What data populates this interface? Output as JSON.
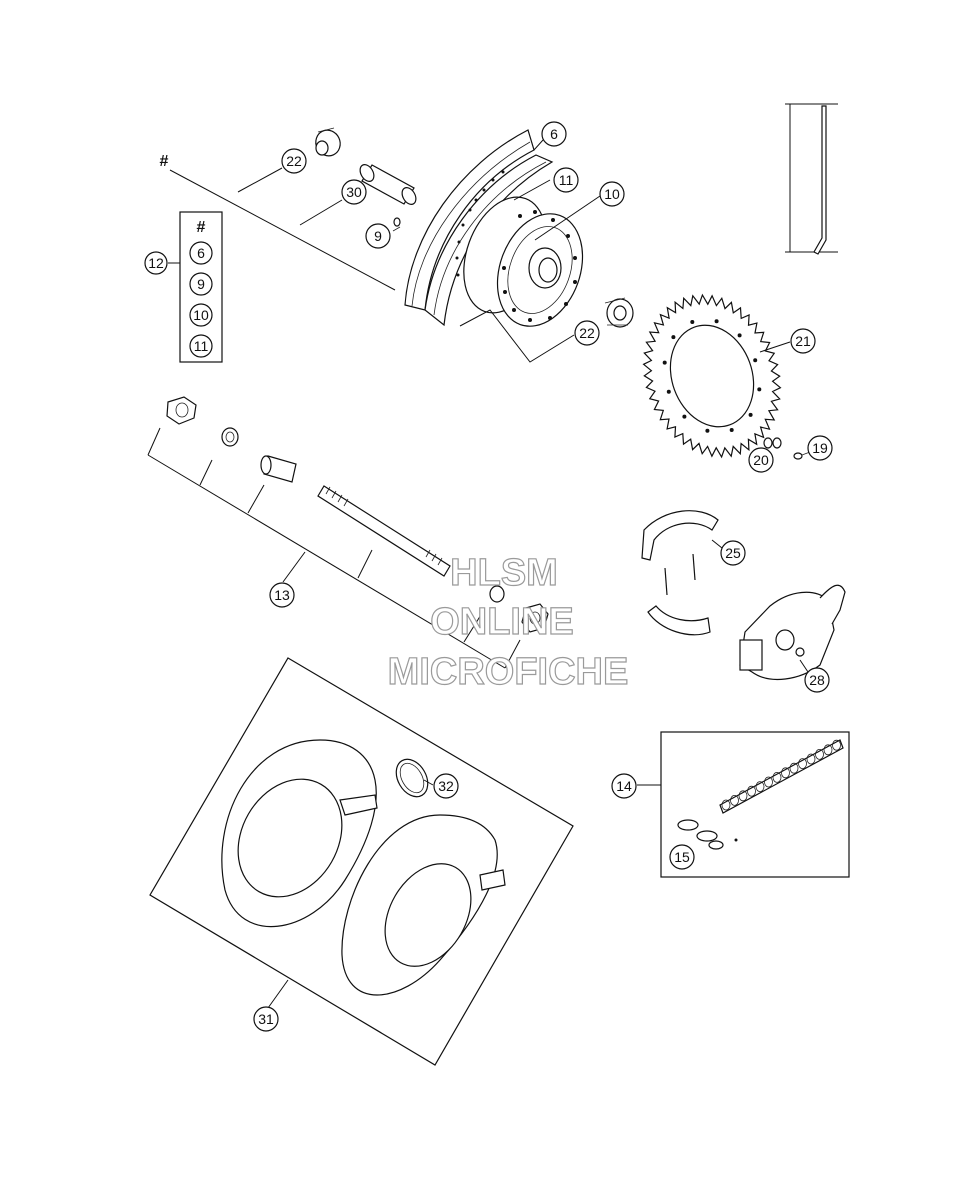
{
  "legend": {
    "hash": "#",
    "ref_label": "12",
    "items": [
      "6",
      "9",
      "10",
      "11"
    ]
  },
  "axle_hash": "#",
  "callouts": [
    {
      "id": "6",
      "label": "6"
    },
    {
      "id": "9",
      "label": "9"
    },
    {
      "id": "10",
      "label": "10"
    },
    {
      "id": "11",
      "label": "11"
    },
    {
      "id": "13",
      "label": "13"
    },
    {
      "id": "14",
      "label": "14"
    },
    {
      "id": "15",
      "label": "15"
    },
    {
      "id": "19",
      "label": "19"
    },
    {
      "id": "20",
      "label": "20"
    },
    {
      "id": "21",
      "label": "21"
    },
    {
      "id": "22a",
      "label": "22"
    },
    {
      "id": "22b",
      "label": "22"
    },
    {
      "id": "25",
      "label": "25"
    },
    {
      "id": "28",
      "label": "28"
    },
    {
      "id": "30",
      "label": "30"
    },
    {
      "id": "31",
      "label": "31"
    },
    {
      "id": "32",
      "label": "32"
    }
  ],
  "watermark": {
    "line1": "HLSM",
    "line2": "ONLINE",
    "line3": "MICROFICHE"
  }
}
